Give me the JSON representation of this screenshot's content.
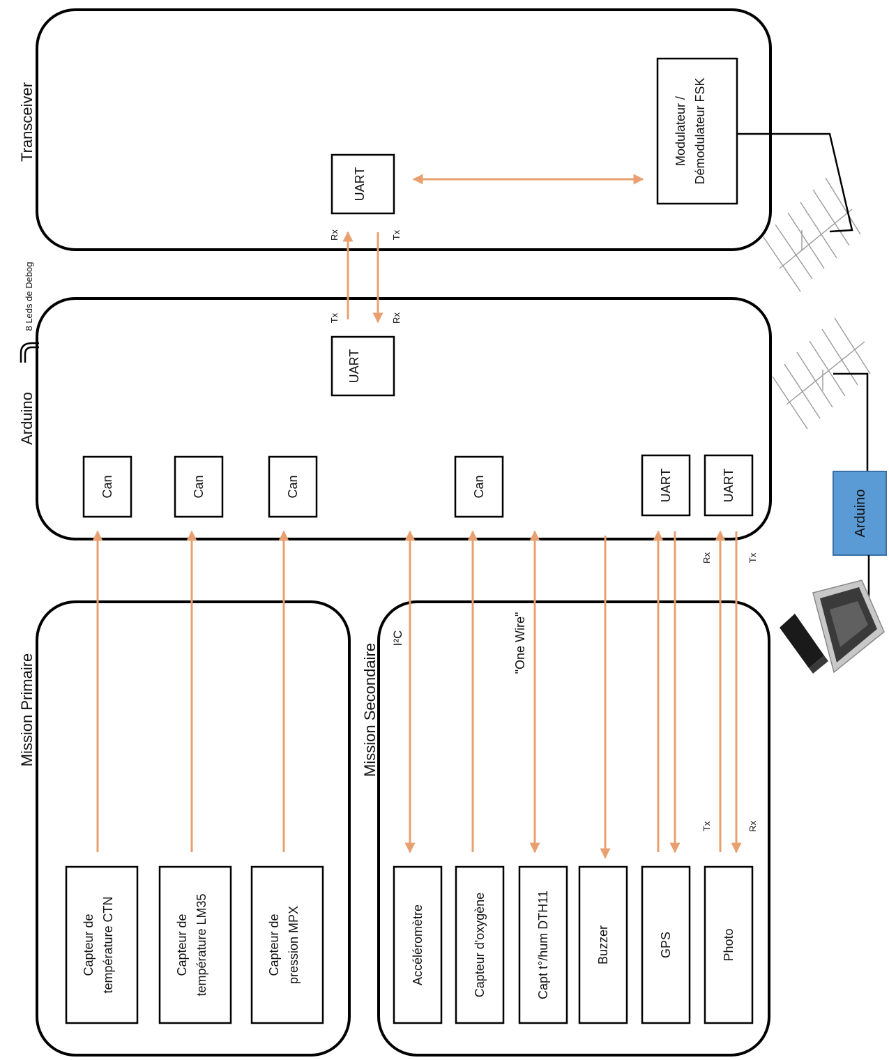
{
  "frames": {
    "transceiver": "Transceiver",
    "arduino": "Arduino",
    "mission_primary": "Mission Primaire",
    "mission_secondary": "Mission Secondaire"
  },
  "debug_leds": "8 Leds de Debog",
  "transceiver": {
    "uart": "UART",
    "modem_line1": "Modulateur /",
    "modem_line2": "Démodulateur FSK",
    "rx": "Rx",
    "tx": "Tx"
  },
  "arduino": {
    "uart_top": "UART",
    "can": "Can",
    "uart": "UART",
    "tx": "Tx",
    "rx": "Rx"
  },
  "primary_sensors": [
    {
      "line1": "Capteur de",
      "line2": "température CTN"
    },
    {
      "line1": "Capteur de",
      "line2": "température LM35"
    },
    {
      "line1": "Capteur de",
      "line2": "pression MPX"
    }
  ],
  "secondary_sensors": [
    "Accéléromètre",
    "Capteur d'oxygène",
    "Capt t°/hum DTH11",
    "Buzzer",
    "GPS",
    "Photo"
  ],
  "bus_labels": {
    "i2c": "I²C",
    "one_wire": "\"One Wire\"",
    "rx": "Rx",
    "tx": "Tx"
  },
  "ground_station": {
    "arduino": "Arduino"
  },
  "colors": {
    "arrow": "#E8A070",
    "ground_arduino_fill": "#5B9BD5",
    "frame_stroke": "#000000"
  },
  "icons": [
    "yagi-antenna-icon",
    "laptop-icon",
    "led-cable-icon"
  ]
}
